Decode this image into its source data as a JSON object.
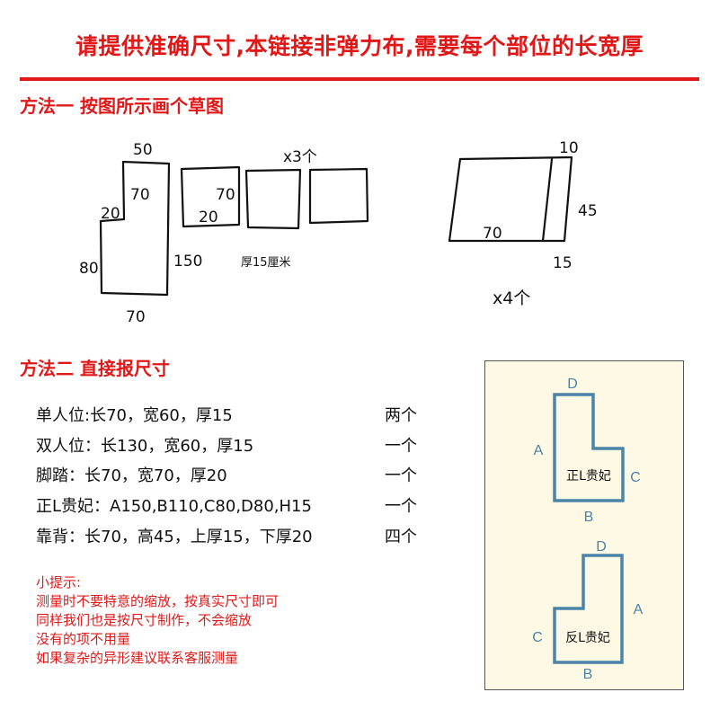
{
  "headline": "请提供准确尺寸,本链接非弹力布,需要每个部位的长宽厚",
  "method1": {
    "title": "方法一   按图所示画个草图",
    "sketch_labels": {
      "top_width": "50",
      "back_height": "70",
      "step": "20",
      "left_height": "80",
      "right_height": "150",
      "bottom_width": "70",
      "seat_length": "70",
      "seat_width": "20",
      "seat_count": "x3个",
      "seat_thickness_note": "厚15厘米",
      "back_top": "10",
      "back_height2": "45",
      "back_bottom": "15",
      "back_length": "70",
      "back_count": "x4个"
    }
  },
  "method2": {
    "title": "方法二   直接报尺寸",
    "rows": [
      {
        "label": "单人位:长70，宽60，厚15",
        "qty": "两个"
      },
      {
        "label": "双人位：长130，宽60，厚15",
        "qty": "一个"
      },
      {
        "label": "脚踏：长70，宽70，厚20",
        "qty": "一个"
      },
      {
        "label": "正L贵妃：A150,B110,C80,D80,H15",
        "qty": "一个"
      },
      {
        "label": "靠背：长70，高45，上厚15，下厚20",
        "qty": "四个"
      }
    ]
  },
  "tips": {
    "lines": [
      "小提示:",
      "测量时不要特意的缩放，按真实尺寸即可",
      "同样我们也是按尺寸制作，不会缩放",
      "没有的项不用量",
      "如果复杂的异形建议联系客服测量"
    ]
  },
  "diagram": {
    "accent": "#4a84a8",
    "upper": {
      "name": "正L贵妃",
      "a": "A",
      "b": "B",
      "c": "C",
      "d": "D"
    },
    "lower": {
      "name": "反L贵妃",
      "a": "A",
      "b": "B",
      "c": "C",
      "d": "D"
    }
  }
}
